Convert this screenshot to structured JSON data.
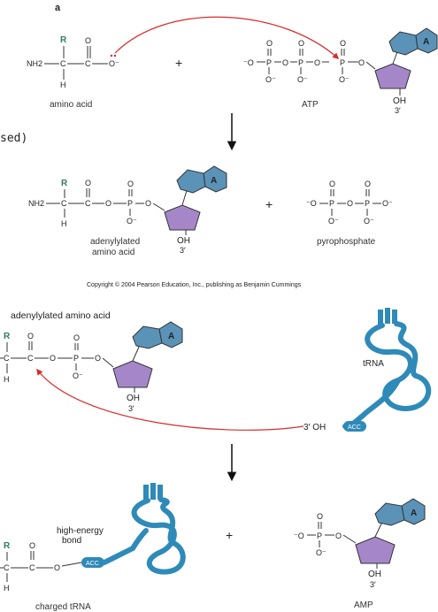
{
  "panel_label": "a",
  "top": {
    "amino_acid": {
      "r": "R",
      "nh2": "NH2",
      "h": "H",
      "o_top": "O",
      "o_minus": "O⁻",
      "label": "amino acid"
    },
    "plus": "+",
    "atp": {
      "label": "ATP",
      "oh": "OH",
      "prime": "3′",
      "a": "A"
    }
  },
  "side_fragment": "sed)",
  "middle": {
    "adenylylated": {
      "label_line1": "adenylylated",
      "label_line2": "amino acid",
      "r": "R",
      "nh2": "NH2",
      "h": "H",
      "oh": "OH",
      "prime": "3′",
      "a": "A"
    },
    "plus": "+",
    "pyrophosphate": {
      "label": "pyrophosphate"
    }
  },
  "copyright": "Copyright © 2004 Pearson Education, Inc., publishing as Benjamin Cummings",
  "lower": {
    "title": "adenylylated amino acid",
    "r": "R",
    "h": "H",
    "oh": "OH",
    "prime": "3′",
    "a": "A",
    "trna_label": "tRNA",
    "trna_3oh": "3′ OH",
    "acc": "ACC"
  },
  "bottom": {
    "r": "R",
    "h": "H",
    "high_energy_line1": "high-energy",
    "high_energy_line2": "bond",
    "acc": "ACC",
    "charged_label": "charged tRNA",
    "plus": "+",
    "amp_label": "AMP",
    "oh": "OH",
    "prime": "3′",
    "a": "A"
  },
  "colors": {
    "ribose": "#a587c9",
    "adenine": "#5b93b8",
    "trna": "#2e8ab8",
    "arrow_red": "#d92b2b",
    "r_group": "#2e7d5b"
  }
}
